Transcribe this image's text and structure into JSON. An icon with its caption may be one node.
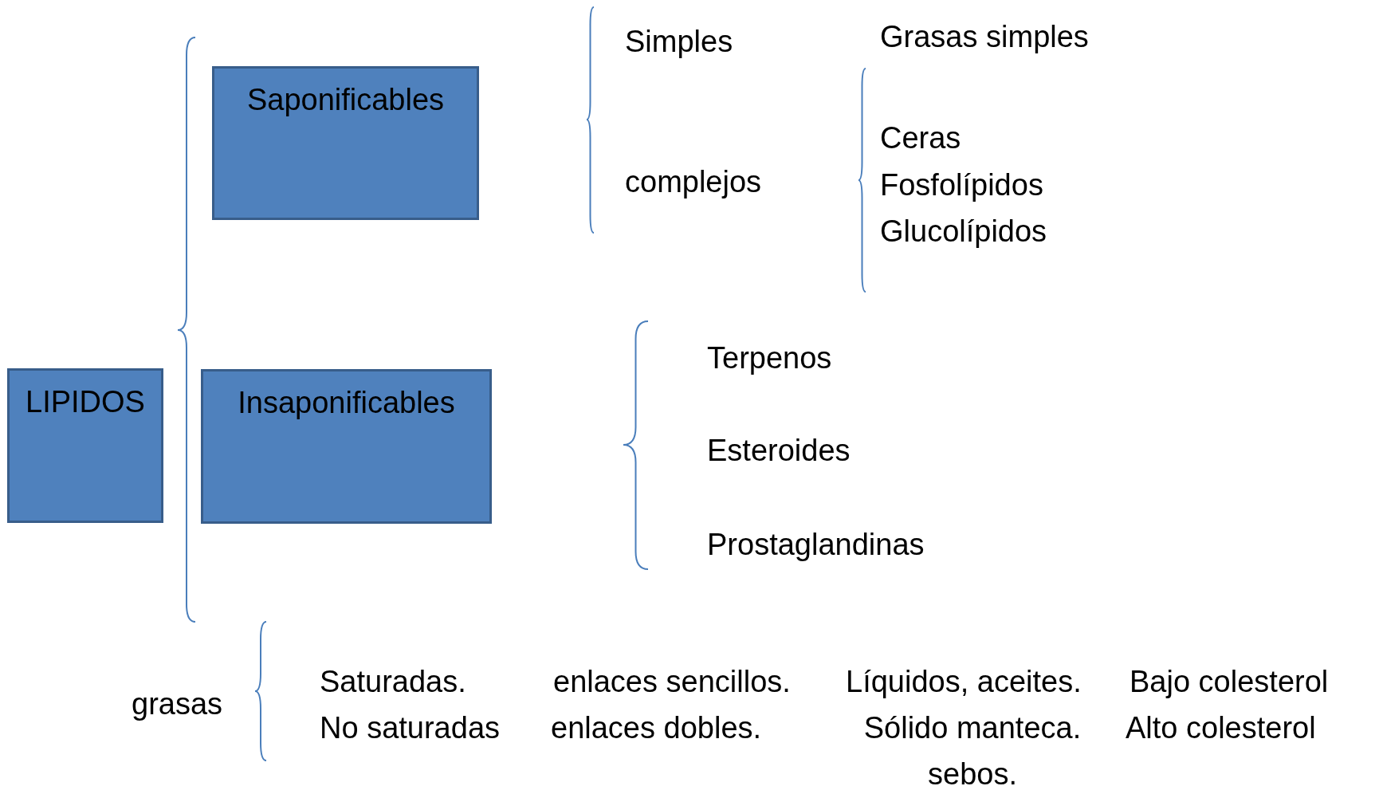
{
  "diagram": {
    "nodes": [
      {
        "text": [
          "LIPIDOS"
        ]
      },
      {
        "text": [
          "Saponificables"
        ]
      },
      {
        "text": [
          "Insaponificables"
        ]
      }
    ],
    "labels": [
      "Simples",
      "Grasas simples",
      "complejos",
      "Ceras",
      "Fosfolípidos",
      "Glucolípidos",
      "Terpenos",
      "Esteroides",
      "Prostaglandinas",
      "grasas",
      "Saturadas.",
      "enlaces sencillos.",
      "Líquidos, aceites.",
      "Bajo colesterol",
      "No saturadas",
      "enlaces dobles.",
      "Sólido manteca. sebos.",
      "Alto colesterol"
    ]
  }
}
